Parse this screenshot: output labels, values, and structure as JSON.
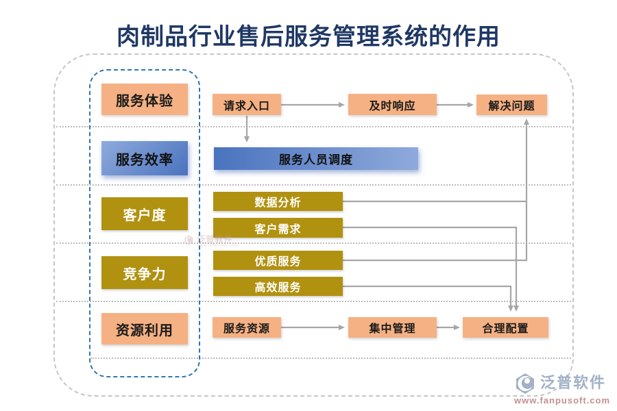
{
  "title": "肉制品行业售后服务管理系统的作用",
  "sidebar": {
    "items": [
      {
        "label": "服务体验"
      },
      {
        "label": "服务效率"
      },
      {
        "label": "客户度"
      },
      {
        "label": "竞争力"
      },
      {
        "label": "资源利用"
      }
    ]
  },
  "flow": {
    "request_entry": "请求入口",
    "timely_response": "及时响应",
    "solve_problem": "解决问题",
    "personnel_dispatch": "服务人员调度",
    "data_analysis": "数据分析",
    "customer_needs": "客户需求",
    "quality_service": "优质服务",
    "efficient_service": "高效服务",
    "service_resources": "服务资源",
    "centralized_management": "集中管理",
    "reasonable_allocation": "合理配置"
  },
  "watermark": {
    "brand": "泛普软件",
    "site": "www.fanpusoft.com",
    "icon": "fanpu-hexagon-logo-icon"
  },
  "colors": {
    "title": "#1f3864",
    "orange": "#f5b183",
    "gold": "#b19110",
    "blue-dark": "#4a73be",
    "blue-light": "#8faadc",
    "line": "#a6a6a6",
    "frame": "#c6c6c6",
    "blue-frame": "#2e75b6",
    "separator": "#bcbcbc",
    "logo-blue": "#a2b1c7",
    "logo-red": "#c48f8f"
  }
}
